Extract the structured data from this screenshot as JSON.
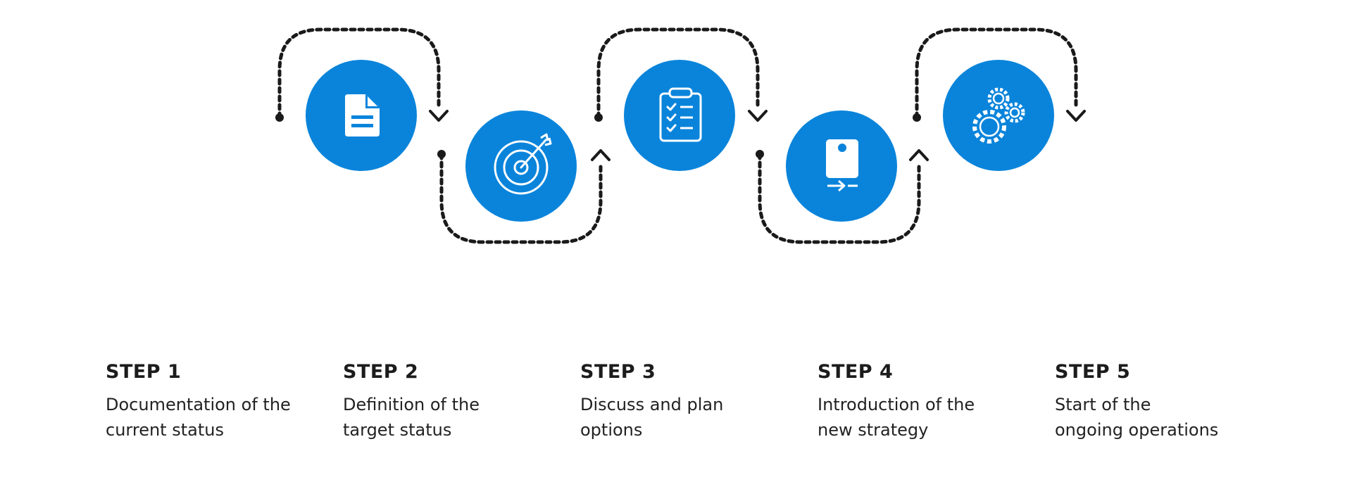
{
  "colors": {
    "accent": "#0A84DB",
    "connector": "#1a1a1a",
    "icon": "#ffffff",
    "text": "#222222"
  },
  "steps": [
    {
      "title": "STEP 1",
      "desc_line1": "Documentation of the",
      "desc_line2": "current status",
      "icon": "document-icon"
    },
    {
      "title": "STEP 2",
      "desc_line1": "Definition of the",
      "desc_line2": "target status",
      "icon": "target-icon"
    },
    {
      "title": "STEP 3",
      "desc_line1": "Discuss and plan",
      "desc_line2": "options",
      "icon": "clipboard-checklist-icon"
    },
    {
      "title": "STEP 4",
      "desc_line1": "Introduction of the",
      "desc_line2": "new strategy",
      "icon": "device-transfer-icon"
    },
    {
      "title": "STEP 5",
      "desc_line1": "Start of the",
      "desc_line2": "ongoing operations",
      "icon": "gears-icon"
    }
  ]
}
